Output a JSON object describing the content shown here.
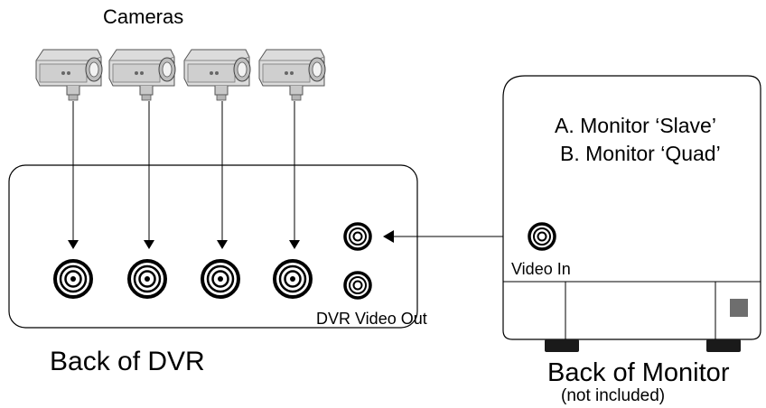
{
  "labels": {
    "cameras": "Cameras",
    "dvr_video_out": "DVR Video Out",
    "video_in": "Video In",
    "monitor_slave": "A. Monitor ‘Slave’",
    "monitor_quad": "B. Monitor ‘Quad’",
    "back_of_dvr": "Back of DVR",
    "back_of_monitor": "Back of Monitor",
    "not_included": "(not included)"
  },
  "colors": {
    "line": "#000000",
    "camera_body": "#d9d9d9",
    "camera_shade": "#a6a6a6",
    "monitor_button": "#6e6e6e",
    "foot": "#1a1a1a"
  }
}
